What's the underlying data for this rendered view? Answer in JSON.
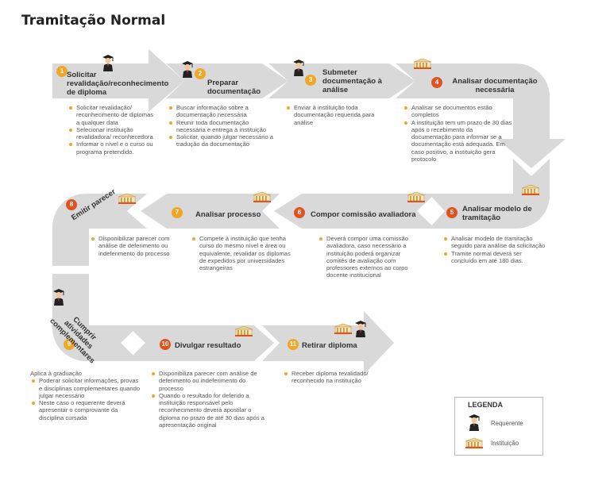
{
  "title": "Tramitação Normal",
  "steps": [
    {
      "num": "1",
      "label": "Solicitar revalidação/reconhecimento de diploma",
      "actor": "Requerente",
      "bullets": [
        "Solicitar revalidação/ reconhecimento de diplomas a qualquer data",
        "Selecionar instituição revalidadora/ reconhecedora",
        "Informar o nível e o curso ou programa pretendido."
      ]
    },
    {
      "num": "2",
      "label": "Preparar documentação",
      "actor": "Requerente",
      "bullets": [
        "Buscar informação sobre a documentação necessária",
        "Reunir toda documentação necessária e entrega à instituição",
        "Solicitar, quando julgar necessário a tradução da documentação"
      ]
    },
    {
      "num": "3",
      "label": "Submeter documentação à análise",
      "actor": "Requerente",
      "bullets": [
        "Enviar à instituição toda documentação requerida para análise"
      ]
    },
    {
      "num": "4",
      "label": "Analisar documentação necessária",
      "actor": "Instituição",
      "bullets": [
        "Analisar se documentos estão completos",
        "A instituição tem um prazo de 30 dias após o recebimento da documentação para informar se a documentação está adequada. Em caso positivo, a instituição gera protocolo"
      ]
    },
    {
      "num": "5",
      "label": "Analisar modelo de tramitação",
      "actor": "Instituição",
      "bullets": [
        "Analisar modelo de tramitação seguido para análise da solicitação",
        "Tramite normal deverá ser concluído em até 180 dias."
      ]
    },
    {
      "num": "6",
      "label": "Compor comissão avaliadora",
      "actor": "Instituição",
      "bullets": [
        "Deverá compor uma comissão avaliadora, caso necessário a instituição poderá organizar comitês de avaliação com professores externos ao corpo docente institucional"
      ]
    },
    {
      "num": "7",
      "label": "Analisar processo",
      "actor": "Instituição",
      "bullets": [
        "Compete à instituição que tenha curso do mesmo nível e área ou equivalente, revalidar os diplomas de expedidos por universidades estrangeiras"
      ]
    },
    {
      "num": "8",
      "label": "Emitir parecer",
      "actor": "Instituição",
      "bullets": [
        "Disponibilizar parecer com análise de deferimento ou indeferimento do processo"
      ]
    },
    {
      "num": "9",
      "label": "Cumprir atividades complementares",
      "actor": "Requerente",
      "intro": "Aplica à graduação",
      "bullets": [
        "Poderar solicitar informações, provas e disciplinas complementares quando julgar necessário",
        "Neste caso o requerente deverá apresentar o comprovante da disciplina cursada"
      ]
    },
    {
      "num": "10",
      "label": "Divulgar resultado",
      "actor": "Instituição",
      "bullets": [
        "Disponibiliza parecer com análise de deferimento ou indeferimento do processo",
        "Quando o resultado for deferido a instituição responsável pelo reconhecimento deverá apostilar o diploma no prazo de até 30 dias após a apresentação original"
      ]
    },
    {
      "num": "11",
      "label": "Retirar diploma",
      "actor": "Requerente",
      "bullets": [
        "Receber diploma revalidado/ reconhecido na instituição"
      ]
    }
  ],
  "legend": {
    "title": "LEGENDA",
    "requerente": "Requerente",
    "instituicao": "Instituição"
  },
  "colors": {
    "road": "#d9d9d9",
    "badge_orange": "#f0a626",
    "badge_red": "#e0531f"
  }
}
